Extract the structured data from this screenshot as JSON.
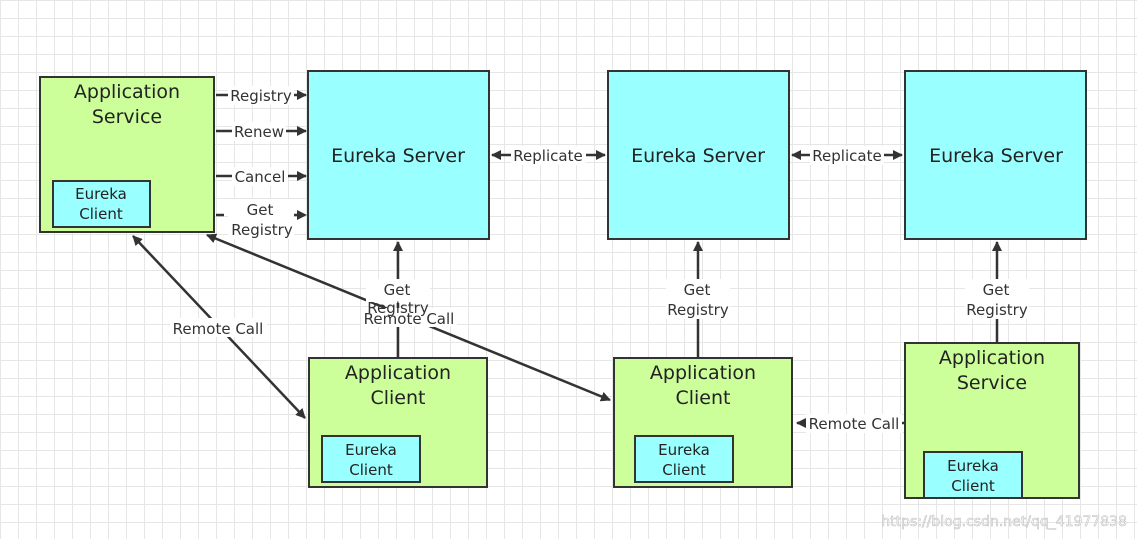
{
  "colors": {
    "service_fill": "#ccff99",
    "server_fill": "#99ffff",
    "client_fill": "#99ffff",
    "stroke": "#333333"
  },
  "nodes": {
    "app_service_left": {
      "title_line1": "Application",
      "title_line2": "Service",
      "client_line1": "Eureka",
      "client_line2": "Client"
    },
    "server1": {
      "label": "Eureka Server"
    },
    "server2": {
      "label": "Eureka Server"
    },
    "server3": {
      "label": "Eureka Server"
    },
    "app_client1": {
      "title_line1": "Application",
      "title_line2": "Client",
      "client_line1": "Eureka",
      "client_line2": "Client"
    },
    "app_client2": {
      "title_line1": "Application",
      "title_line2": "Client",
      "client_line1": "Eureka",
      "client_line2": "Client"
    },
    "app_service_right": {
      "title_line1": "Application",
      "title_line2": "Service",
      "client_line1": "Eureka",
      "client_line2": "Client"
    }
  },
  "edges": {
    "registry": "Registry",
    "renew": "Renew",
    "cancel": "Cancel",
    "get_registry_line1": "Get",
    "get_registry_line2": "Registry",
    "replicate1": "Replicate",
    "replicate2": "Replicate",
    "client1_get_line1": "Get",
    "client1_get_line2": "Registry",
    "client2_get_line1": "Get",
    "client2_get_line2": "Registry",
    "service_get_line1": "Get",
    "service_get_line2": "Registry",
    "remote_call_left": "Remote Call",
    "remote_call_middle": "Remote Call",
    "remote_call_right": "Remote Call"
  },
  "watermark": "https://blog.csdn.net/qq_41977838"
}
